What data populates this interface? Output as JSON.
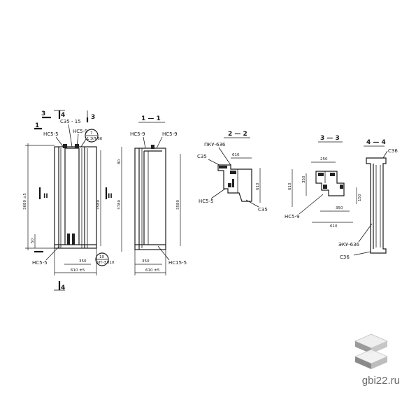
{
  "watermark": {
    "site": "gbi22.ru",
    "colors": {
      "text": "#6b6b6b",
      "logo_top": "#e8e8e8",
      "logo_side": "#8a8a8a"
    }
  },
  "drawing": {
    "elevation": {
      "sec_left_num": "3",
      "sec_top_num": "4",
      "sec_right_num": "3",
      "sec_left_num_side": "1",
      "tag_left_top": "НС5-5",
      "tag_center_top": "С35 - 15",
      "tag_right_top": "НС5-9",
      "tag_circle_top": "7",
      "tag_circle_top_sub": "1 ЭЛ-66",
      "dim_height_left": "3680 ±5",
      "dim_height_right": "3580",
      "dim_i_left": "II",
      "dim_i_right": "II",
      "dim_bottom_small": "50",
      "tag_left_bottom": "НС5-5",
      "dim_bottom_inner": "350",
      "dim_bottom_total": "610 ±5",
      "tag_circle_bottom": "10",
      "tag_circle_bottom_sub": "ИТ-ЭЛ10",
      "sec_bottom_num": "4"
    },
    "section_1": {
      "title": "1 — 1",
      "tag_left": "НС5-9",
      "tag_right": "НС5-9",
      "dim_top": "80",
      "dim_height_left": "3780",
      "dim_height_right": "3580",
      "dim_bottom_inner": "350",
      "dim_bottom_total": "610 ±5",
      "tag_bottom": "НС15-5"
    },
    "section_2": {
      "title": "2 — 2",
      "tag_top": "ПКУ-636",
      "tag_left": "С35",
      "dim_top": "610",
      "dim_right": "610",
      "tag_left_bottom": "НС5-5",
      "tag_right_bottom": "С35"
    },
    "section_3": {
      "title": "3 — 3",
      "dim_top": "250",
      "dim_left": "610",
      "dim_inner": "350",
      "dim_right": "150",
      "dim_bottom_inner": "350",
      "dim_bottom_total": "610",
      "tag_bottom": "НС5-9"
    },
    "section_4": {
      "title": "4 — 4",
      "tag_top": "С36",
      "tag_middle": "ЭКУ-636",
      "tag_bottom": "С36"
    }
  }
}
